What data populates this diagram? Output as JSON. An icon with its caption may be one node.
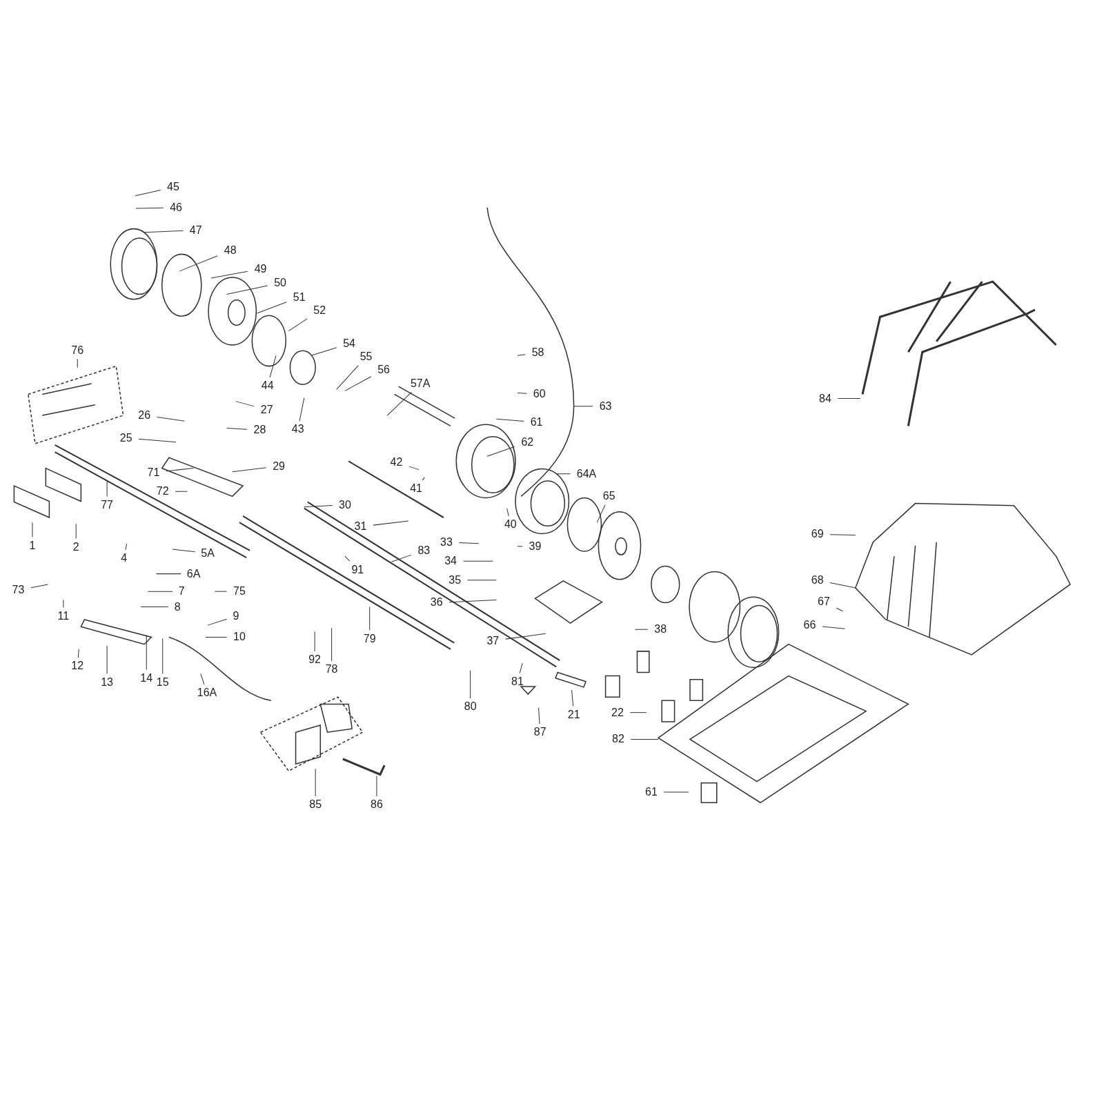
{
  "diagram": {
    "nodes": [
      {
        "text": [
          "45"
        ]
      },
      {
        "text": [
          "46"
        ]
      },
      {
        "text": [
          "47"
        ]
      },
      {
        "text": [
          "48"
        ]
      },
      {
        "text": [
          "49"
        ]
      },
      {
        "text": [
          "50"
        ]
      },
      {
        "text": [
          "51"
        ]
      },
      {
        "text": [
          "52"
        ]
      },
      {
        "text": [
          "76"
        ]
      },
      {
        "text": [
          "54"
        ]
      },
      {
        "text": [
          "55"
        ]
      },
      {
        "text": [
          "56"
        ]
      },
      {
        "text": [
          "57A"
        ]
      },
      {
        "text": [
          "58"
        ]
      },
      {
        "text": [
          "60"
        ]
      },
      {
        "text": [
          "44"
        ]
      },
      {
        "text": [
          "43"
        ]
      },
      {
        "text": [
          "27"
        ]
      },
      {
        "text": [
          "26"
        ]
      },
      {
        "text": [
          "28"
        ]
      },
      {
        "text": [
          "25"
        ]
      },
      {
        "text": [
          "61"
        ]
      },
      {
        "text": [
          "62"
        ]
      },
      {
        "text": [
          "63"
        ]
      },
      {
        "text": [
          "29"
        ]
      },
      {
        "text": [
          "42"
        ]
      },
      {
        "text": [
          "71"
        ]
      },
      {
        "text": [
          "64A"
        ]
      },
      {
        "text": [
          "72"
        ]
      },
      {
        "text": [
          "30"
        ]
      },
      {
        "text": [
          "31"
        ]
      },
      {
        "text": [
          "41"
        ]
      },
      {
        "text": [
          "40"
        ]
      },
      {
        "text": [
          "65"
        ]
      },
      {
        "text": [
          "77"
        ]
      },
      {
        "text": [
          "1"
        ]
      },
      {
        "text": [
          "2"
        ]
      },
      {
        "text": [
          "4"
        ]
      },
      {
        "text": [
          "5A"
        ]
      },
      {
        "text": [
          "33"
        ]
      },
      {
        "text": [
          "39"
        ]
      },
      {
        "text": [
          "83"
        ]
      },
      {
        "text": [
          "91"
        ]
      },
      {
        "text": [
          "34"
        ]
      },
      {
        "text": [
          "35"
        ]
      },
      {
        "text": [
          "6A"
        ]
      },
      {
        "text": [
          "7"
        ]
      },
      {
        "text": [
          "73"
        ]
      },
      {
        "text": [
          "36"
        ]
      },
      {
        "text": [
          "75"
        ]
      },
      {
        "text": [
          "8"
        ]
      },
      {
        "text": [
          "37"
        ]
      },
      {
        "text": [
          "9"
        ]
      },
      {
        "text": [
          "11"
        ]
      },
      {
        "text": [
          "10"
        ]
      },
      {
        "text": [
          "38"
        ]
      },
      {
        "text": [
          "79"
        ]
      },
      {
        "text": [
          "92"
        ]
      },
      {
        "text": [
          "78"
        ]
      },
      {
        "text": [
          "12"
        ]
      },
      {
        "text": [
          "13"
        ]
      },
      {
        "text": [
          "14"
        ]
      },
      {
        "text": [
          "15"
        ]
      },
      {
        "text": [
          "16A"
        ]
      },
      {
        "text": [
          "80"
        ]
      },
      {
        "text": [
          "81"
        ]
      },
      {
        "text": [
          "87"
        ]
      },
      {
        "text": [
          "21"
        ]
      },
      {
        "text": [
          "22"
        ]
      },
      {
        "text": [
          "82"
        ]
      },
      {
        "text": [
          "85"
        ]
      },
      {
        "text": [
          "86"
        ]
      },
      {
        "text": [
          "61"
        ]
      },
      {
        "text": [
          "84"
        ]
      },
      {
        "text": [
          "69"
        ]
      },
      {
        "text": [
          "68"
        ]
      },
      {
        "text": [
          "67"
        ]
      },
      {
        "text": [
          "66"
        ]
      }
    ],
    "edges": [
      {
        "from": 0,
        "to": null,
        "arrow": "none"
      },
      {
        "from": 1,
        "to": null,
        "arrow": "none"
      },
      {
        "from": 2,
        "to": null,
        "arrow": "none"
      },
      {
        "from": 3,
        "to": null,
        "arrow": "none"
      },
      {
        "from": 4,
        "to": null,
        "arrow": "none"
      },
      {
        "from": 5,
        "to": null,
        "arrow": "none"
      },
      {
        "from": 6,
        "to": null,
        "arrow": "none"
      },
      {
        "from": 7,
        "to": null,
        "arrow": "none"
      },
      {
        "from": 8,
        "to": null,
        "arrow": "none"
      },
      {
        "from": 9,
        "to": null,
        "arrow": "none"
      },
      {
        "from": 10,
        "to": null,
        "arrow": "none"
      },
      {
        "from": 11,
        "to": null,
        "arrow": "none"
      },
      {
        "from": 12,
        "to": null,
        "arrow": "none"
      },
      {
        "from": 13,
        "to": null,
        "arrow": "none"
      },
      {
        "from": 14,
        "to": null,
        "arrow": "none"
      },
      {
        "from": 15,
        "to": null,
        "arrow": "none"
      },
      {
        "from": 16,
        "to": null,
        "arrow": "none"
      },
      {
        "from": 17,
        "to": null,
        "arrow": "none"
      },
      {
        "from": 18,
        "to": null,
        "arrow": "none"
      },
      {
        "from": 19,
        "to": null,
        "arrow": "none"
      },
      {
        "from": 20,
        "to": null,
        "arrow": "none"
      },
      {
        "from": 21,
        "to": null,
        "arrow": "none"
      },
      {
        "from": 22,
        "to": null,
        "arrow": "none"
      },
      {
        "from": 23,
        "to": null,
        "arrow": "none"
      },
      {
        "from": 24,
        "to": null,
        "arrow": "none"
      },
      {
        "from": 25,
        "to": null,
        "arrow": "none"
      },
      {
        "from": 26,
        "to": null,
        "arrow": "none"
      },
      {
        "from": 27,
        "to": null,
        "arrow": "none"
      },
      {
        "from": 28,
        "to": null,
        "arrow": "none"
      },
      {
        "from": 29,
        "to": null,
        "arrow": "none"
      },
      {
        "from": 30,
        "to": null,
        "arrow": "none"
      },
      {
        "from": 31,
        "to": null,
        "arrow": "none"
      },
      {
        "from": 32,
        "to": null,
        "arrow": "none"
      },
      {
        "from": 33,
        "to": null,
        "arrow": "none"
      },
      {
        "from": 34,
        "to": null,
        "arrow": "none"
      },
      {
        "from": 35,
        "to": null,
        "arrow": "none"
      },
      {
        "from": 36,
        "to": null,
        "arrow": "none"
      },
      {
        "from": 37,
        "to": null,
        "arrow": "none"
      },
      {
        "from": 38,
        "to": null,
        "arrow": "none"
      },
      {
        "from": 39,
        "to": null,
        "arrow": "none"
      },
      {
        "from": 40,
        "to": null,
        "arrow": "none"
      },
      {
        "from": 41,
        "to": null,
        "arrow": "none"
      },
      {
        "from": 42,
        "to": null,
        "arrow": "none"
      },
      {
        "from": 43,
        "to": null,
        "arrow": "none"
      },
      {
        "from": 44,
        "to": null,
        "arrow": "none"
      },
      {
        "from": 45,
        "to": null,
        "arrow": "none"
      },
      {
        "from": 46,
        "to": null,
        "arrow": "none"
      },
      {
        "from": 47,
        "to": null,
        "arrow": "none"
      },
      {
        "from": 48,
        "to": null,
        "arrow": "none"
      },
      {
        "from": 49,
        "to": null,
        "arrow": "none"
      },
      {
        "from": 50,
        "to": null,
        "arrow": "none"
      },
      {
        "from": 51,
        "to": null,
        "arrow": "none"
      },
      {
        "from": 52,
        "to": null,
        "arrow": "none"
      },
      {
        "from": 53,
        "to": null,
        "arrow": "none"
      },
      {
        "from": 54,
        "to": null,
        "arrow": "none"
      },
      {
        "from": 55,
        "to": null,
        "arrow": "none"
      },
      {
        "from": 56,
        "to": null,
        "arrow": "none"
      },
      {
        "from": 57,
        "to": null,
        "arrow": "none"
      },
      {
        "from": 58,
        "to": null,
        "arrow": "none"
      },
      {
        "from": 59,
        "to": null,
        "arrow": "none"
      },
      {
        "from": 60,
        "to": null,
        "arrow": "none"
      },
      {
        "from": 61,
        "to": null,
        "arrow": "none"
      },
      {
        "from": 62,
        "to": null,
        "arrow": "none"
      },
      {
        "from": 63,
        "to": null,
        "arrow": "none"
      },
      {
        "from": 64,
        "to": null,
        "arrow": "none"
      },
      {
        "from": 65,
        "to": null,
        "arrow": "none"
      },
      {
        "from": 66,
        "to": null,
        "arrow": "none"
      },
      {
        "from": 67,
        "to": null,
        "arrow": "none"
      },
      {
        "from": 68,
        "to": null,
        "arrow": "none"
      },
      {
        "from": 69,
        "to": null,
        "arrow": "none"
      },
      {
        "from": 70,
        "to": null,
        "arrow": "none"
      },
      {
        "from": 71,
        "to": null,
        "arrow": "none"
      },
      {
        "from": 72,
        "to": null,
        "arrow": "none"
      },
      {
        "from": 73,
        "to": null,
        "arrow": "none"
      },
      {
        "from": 74,
        "to": null,
        "arrow": "none"
      },
      {
        "from": 75,
        "to": null,
        "arrow": "none"
      },
      {
        "from": 76,
        "to": null,
        "arrow": "none"
      },
      {
        "from": 77,
        "to": null,
        "arrow": "none"
      }
    ]
  }
}
